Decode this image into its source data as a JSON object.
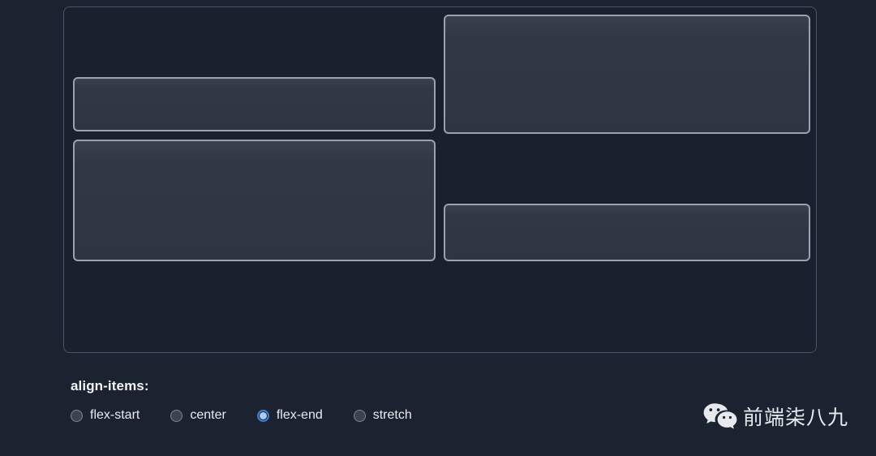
{
  "demo": {
    "property_label": "align-items:",
    "container_name": "flex-container",
    "items": [
      {
        "id": "item-1",
        "column": "a",
        "order": 1
      },
      {
        "id": "item-2",
        "column": "b",
        "order": 2
      },
      {
        "id": "item-3",
        "column": "a",
        "order": 3
      },
      {
        "id": "item-4",
        "column": "b",
        "order": 4
      }
    ]
  },
  "controls": {
    "label": "align-items:",
    "options": [
      {
        "value": "flex-start",
        "label": "flex-start",
        "selected": false
      },
      {
        "value": "center",
        "label": "center",
        "selected": false
      },
      {
        "value": "flex-end",
        "label": "flex-end",
        "selected": true
      },
      {
        "value": "stretch",
        "label": "stretch",
        "selected": false
      }
    ],
    "selected_value": "flex-end"
  },
  "watermark": {
    "icon": "wechat-icon",
    "text": "前端柒八九"
  },
  "colors": {
    "page_background": "#1b2230",
    "container_background": "#1a212e",
    "container_border": "#4b5365",
    "item_background": "#313844",
    "item_border": "#98a2b0",
    "text": "#e9ecf1",
    "radio_selected_fill": "#a9cdf5",
    "radio_selected_ring": "#3f7fd0",
    "radio_unselected_fill": "#3c424e"
  }
}
